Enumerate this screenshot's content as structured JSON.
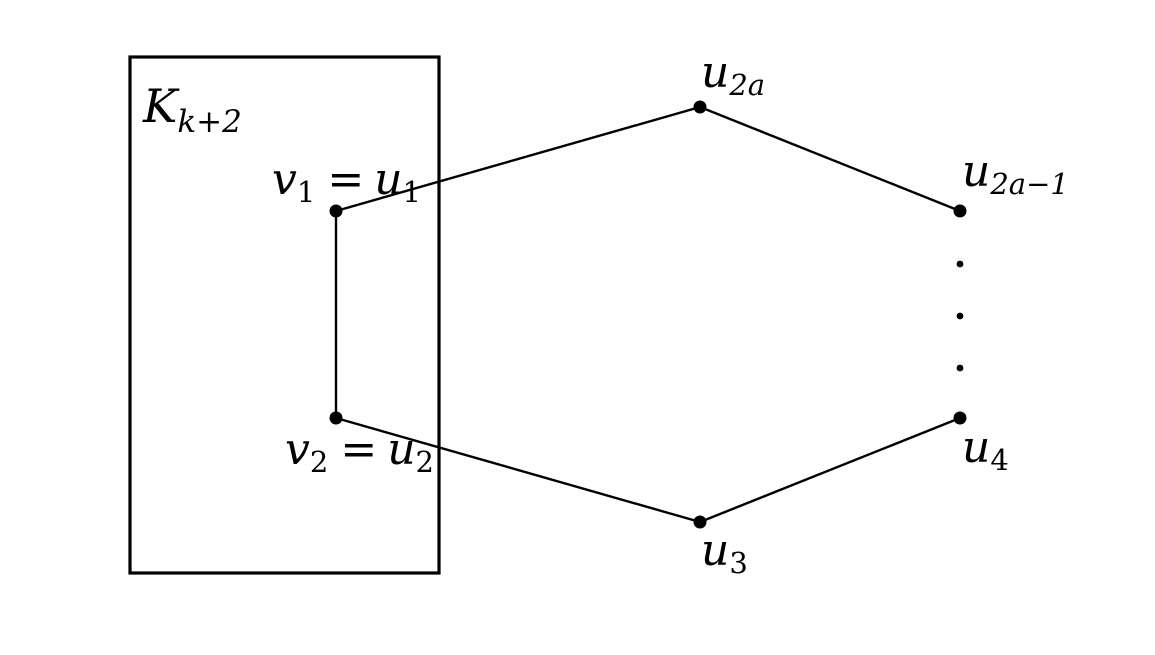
{
  "box": {
    "label": {
      "main": "K",
      "sub": "k+2"
    }
  },
  "vertices": {
    "v1": {
      "var": "v",
      "var_sub": "1",
      "eq": "=",
      "alias": "u",
      "alias_sub": "1"
    },
    "v2": {
      "var": "v",
      "var_sub": "2",
      "eq": "=",
      "alias": "u",
      "alias_sub": "2"
    },
    "u2a": {
      "main": "u",
      "sub": "2a"
    },
    "u2a_minus_1": {
      "main": "u",
      "sub": "2a−1"
    },
    "u4": {
      "main": "u",
      "sub": "4"
    },
    "u3": {
      "main": "u",
      "sub": "3"
    }
  },
  "ellipsis": {
    "dots": 3
  }
}
